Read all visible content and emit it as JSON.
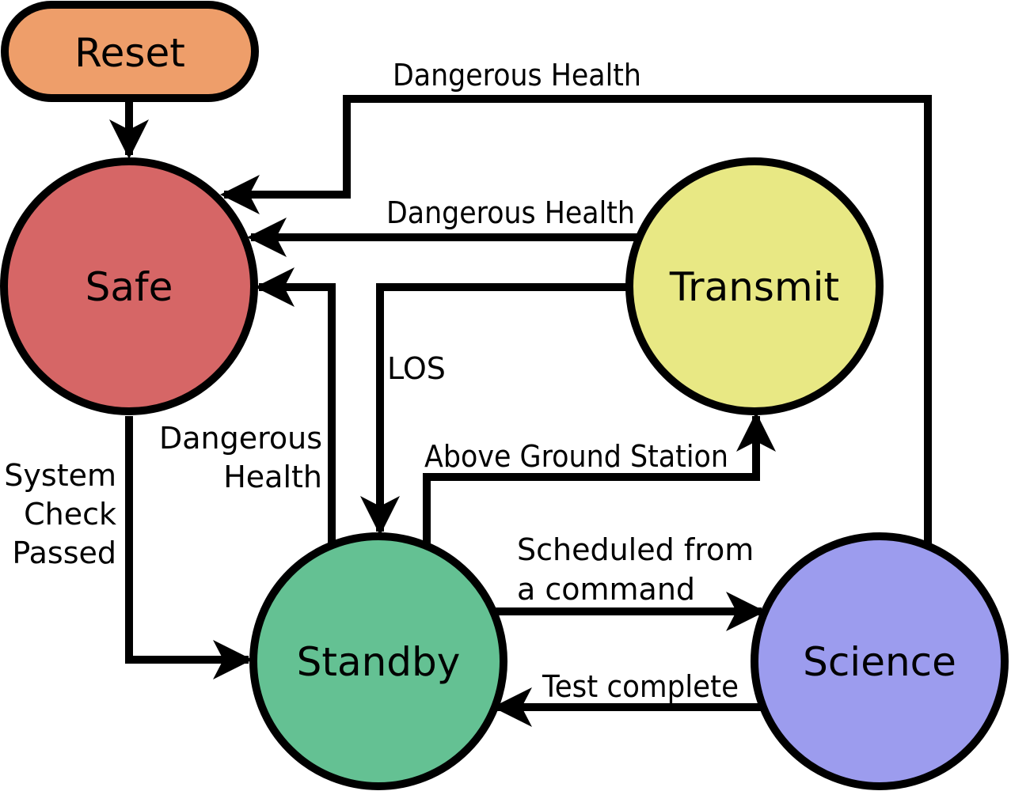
{
  "colors": {
    "reset": "#ee9e6a",
    "safe": "#d66666",
    "transmit": "#e8e884",
    "standby": "#64c193",
    "science": "#9c9cee",
    "stroke": "#000000"
  },
  "nodes": {
    "reset": "Reset",
    "safe": "Safe",
    "transmit": "Transmit",
    "standby": "Standby",
    "science": "Science"
  },
  "edges": {
    "science_to_safe": "Dangerous Health",
    "transmit_to_safe": "Dangerous Health",
    "transmit_to_standby": "LOS",
    "standby_to_safe": [
      "Dangerous",
      "Health"
    ],
    "standby_to_transmit": "Above Ground Station",
    "safe_to_standby": [
      "System",
      "Check",
      "Passed"
    ],
    "standby_to_science": [
      "Scheduled from",
      "a command"
    ],
    "science_to_standby": "Test complete"
  }
}
